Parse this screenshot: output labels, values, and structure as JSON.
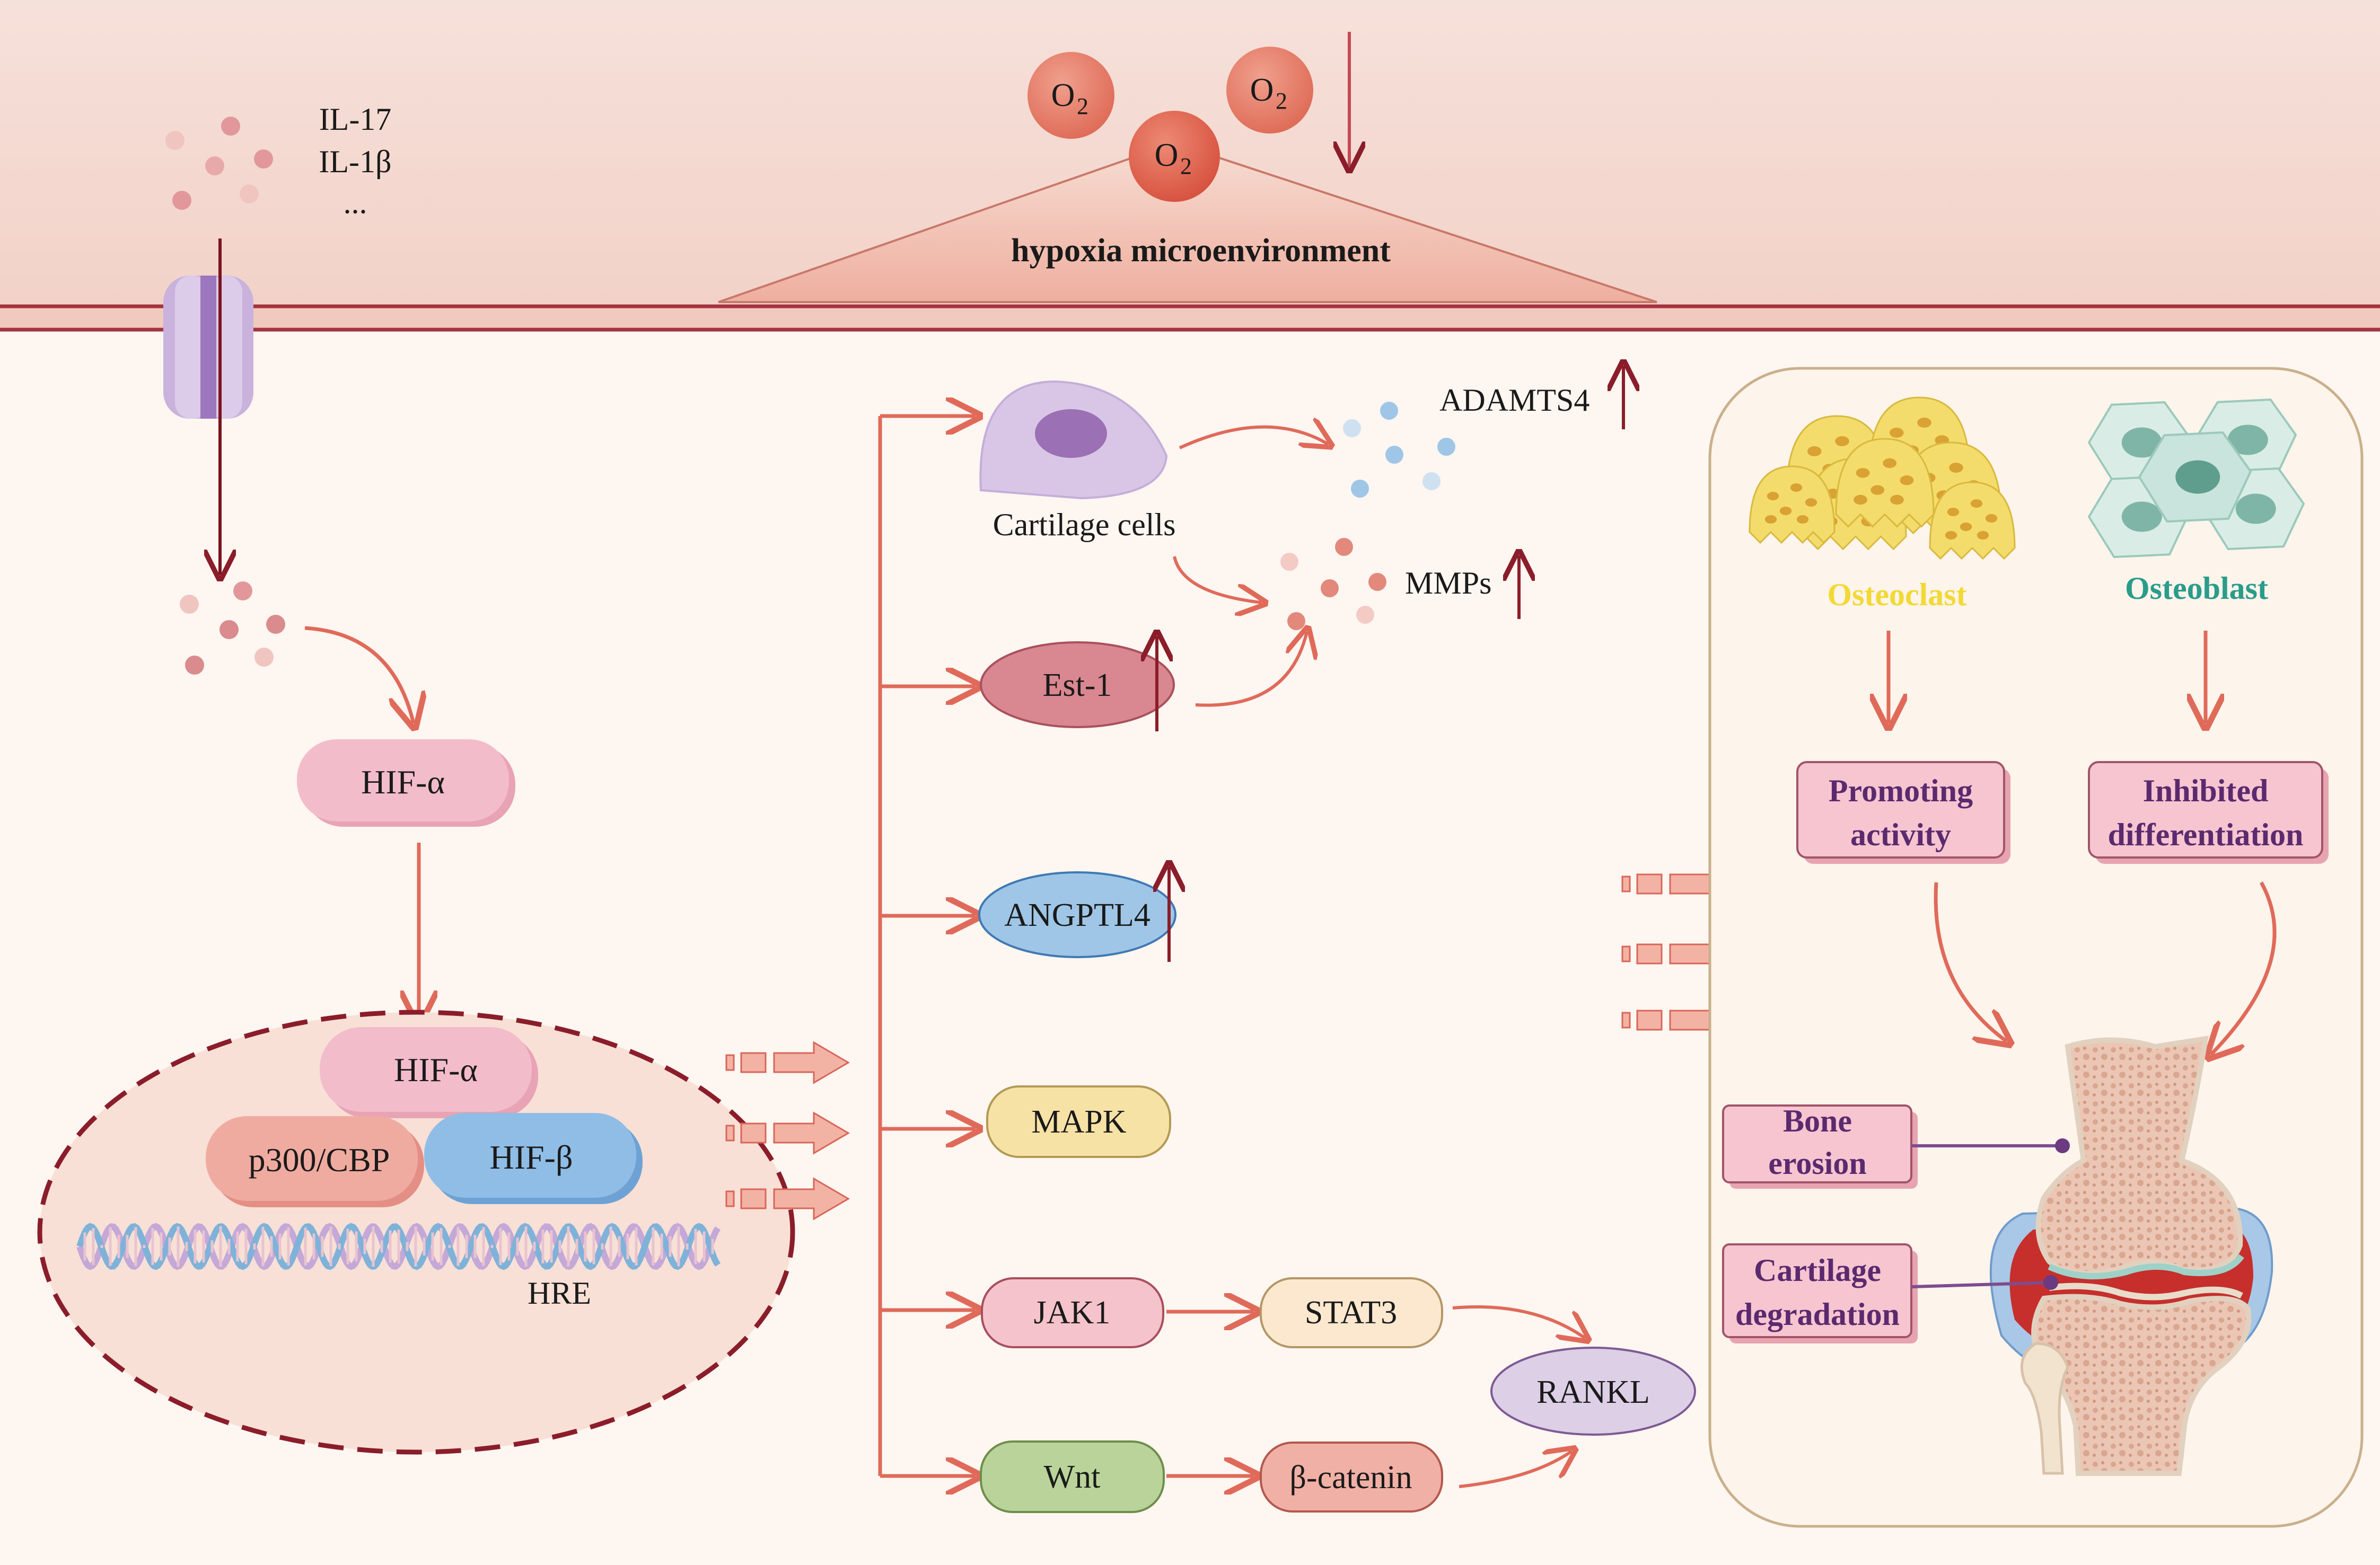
{
  "extracellular": {
    "cytokines": [
      "IL-17",
      "IL-1β",
      "..."
    ],
    "oxygen_label": "O",
    "oxygen_subscript": "2",
    "hypoxia_label": "hypoxia microenvironment"
  },
  "nucleus": {
    "hif_alpha_cytoplasm": "HIF-α",
    "hif_alpha_nucleus": "HIF-α",
    "p300": "p300/CBP",
    "hif_beta": "HIF-β",
    "hre": "HRE"
  },
  "targets": {
    "cartilage_cells": "Cartilage cells",
    "adamts4": "ADAMTS4",
    "mmps": "MMPs",
    "est1": "Est-1",
    "angptl4": "ANGPTL4",
    "mapk": "MAPK",
    "jak1": "JAK1",
    "stat3": "STAT3",
    "wnt": "Wnt",
    "beta_catenin": "β-catenin",
    "rankl": "RANKL"
  },
  "bone_panel": {
    "osteoclast": "Osteoclast",
    "osteoblast": "Osteoblast",
    "promoting_line1": "Promoting",
    "promoting_line2": "activity",
    "inhibited_line1": "Inhibited",
    "inhibited_line2": "differentiation",
    "bone_erosion_line1": "Bone",
    "bone_erosion_line2": "erosion",
    "cartilage_deg_line1": "Cartilage",
    "cartilage_deg_line2": "degradation"
  },
  "colors": {
    "arrow": "#e06a5a",
    "dark_arrow": "#8b1d2a",
    "membrane": "#a4333f",
    "osteoclast_text": "#f2d934",
    "osteoblast_text": "#2a9c8a",
    "box_text": "#5b2a6e"
  }
}
